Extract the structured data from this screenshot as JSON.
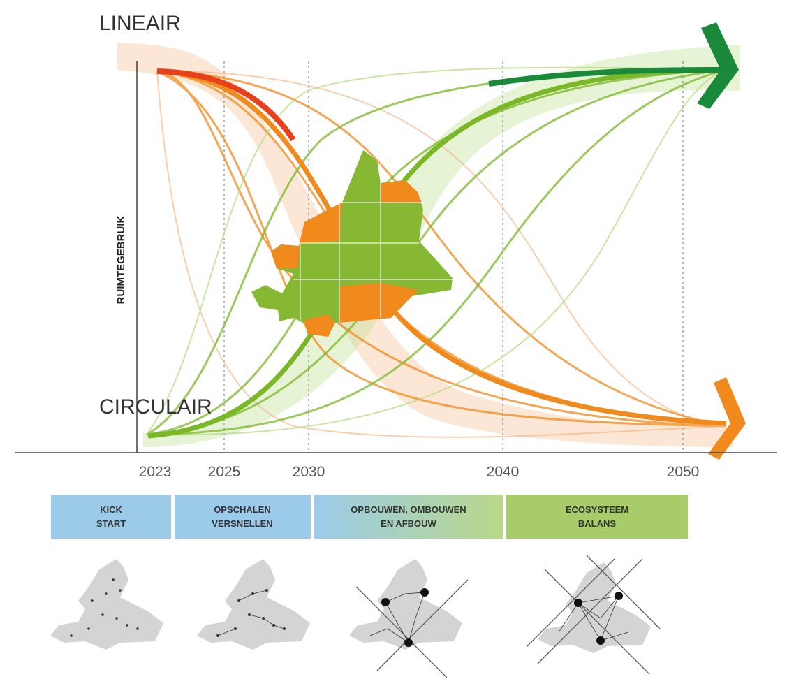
{
  "labels": {
    "top": "LINEAIR",
    "bottom": "CIRCULAIR",
    "y_axis": "RUIMTEGEBRUIK"
  },
  "years": [
    "2023",
    "2025",
    "2030",
    "2040",
    "2050"
  ],
  "phases": [
    {
      "line1": "KICK",
      "line2": "START"
    },
    {
      "line1": "OPSCHALEN",
      "line2": "VERSNELLEN"
    },
    {
      "line1": "OPBOUWEN, OMBOUWEN",
      "line2": "EN AFBOUW"
    },
    {
      "line1": "ECOSYSTEEM",
      "line2": "BALANS"
    }
  ],
  "colors": {
    "linear": "#f08a1c",
    "linear_start": "#e8401c",
    "circular": "#7ab828",
    "circular_end": "#1a8a3a",
    "phase_blue": "#9ccbea",
    "phase_green": "#a9cc6a",
    "map_grey": "#d4d4d4"
  }
}
